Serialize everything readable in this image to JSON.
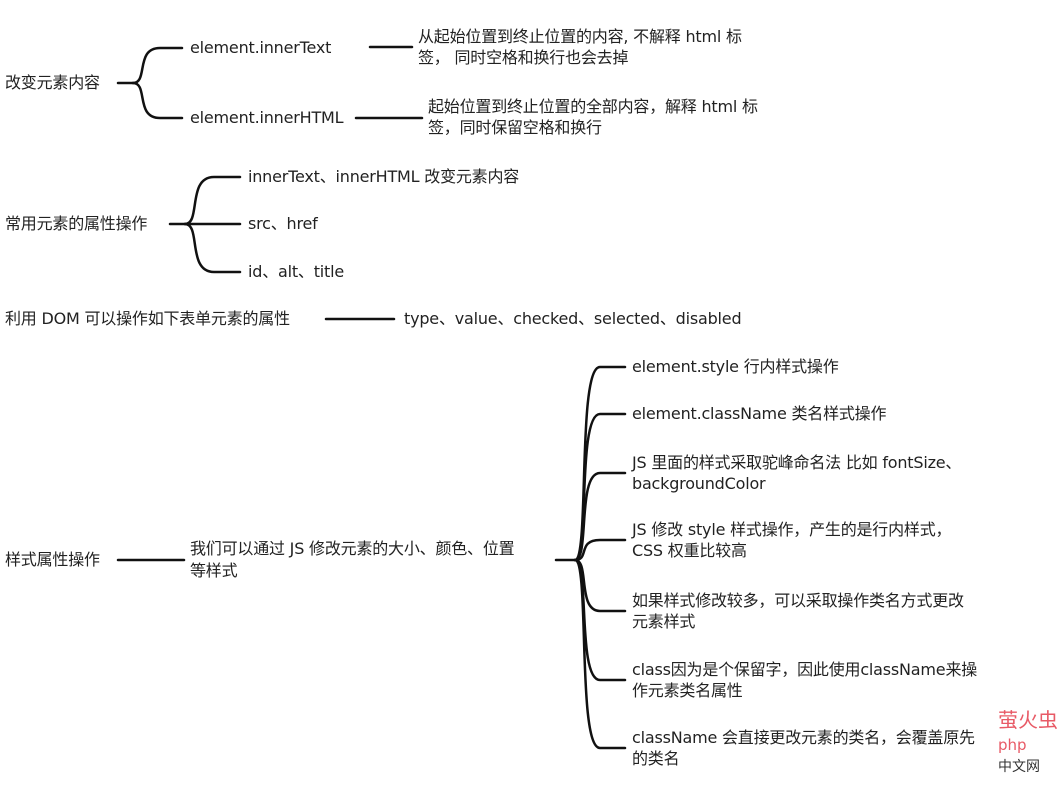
{
  "groups": [
    {
      "root": "改变元素内容",
      "children": [
        {
          "label": "element.innerText",
          "detail": [
            "从起始位置到终止位置的内容, 不解释 html 标",
            "签， 同时空格和换行也会去掉"
          ]
        },
        {
          "label": "element.innerHTML",
          "detail": [
            "起始位置到终止位置的全部内容，解释 html 标",
            "签，同时保留空格和换行"
          ]
        }
      ]
    },
    {
      "root": "常用元素的属性操作",
      "children": [
        {
          "label": "innerText、innerHTML 改变元素内容"
        },
        {
          "label": "src、href"
        },
        {
          "label": "id、alt、title"
        }
      ]
    },
    {
      "root": "利用 DOM 可以操作如下表单元素的属性",
      "children": [
        {
          "label": "type、value、checked、selected、disabled"
        }
      ]
    },
    {
      "root": "样式属性操作",
      "middle": [
        "我们可以通过 JS 修改元素的大小、颜色、位置",
        "等样式"
      ],
      "children": [
        {
          "lines": [
            "element.style 行内样式操作"
          ]
        },
        {
          "lines": [
            "element.className 类名样式操作"
          ]
        },
        {
          "lines": [
            "JS 里面的样式采取驼峰命名法 比如 fontSize、",
            "backgroundColor"
          ]
        },
        {
          "lines": [
            "JS 修改 style 样式操作，产生的是行内样式，",
            "CSS 权重比较高"
          ]
        },
        {
          "lines": [
            "如果样式修改较多，可以采取操作类名方式更改",
            "元素样式"
          ]
        },
        {
          "lines": [
            "class因为是个保留字，因此使用className来操",
            "作元素类名属性"
          ]
        },
        {
          "lines": [
            "className 会直接更改元素的类名，会覆盖原先",
            "的类名"
          ]
        }
      ]
    }
  ],
  "watermark": {
    "logo": "萤火虫",
    "php": "php",
    "site": "中文网"
  },
  "colors": {
    "line": "#111111",
    "text": "#222222",
    "watermark": "#e85a66"
  }
}
